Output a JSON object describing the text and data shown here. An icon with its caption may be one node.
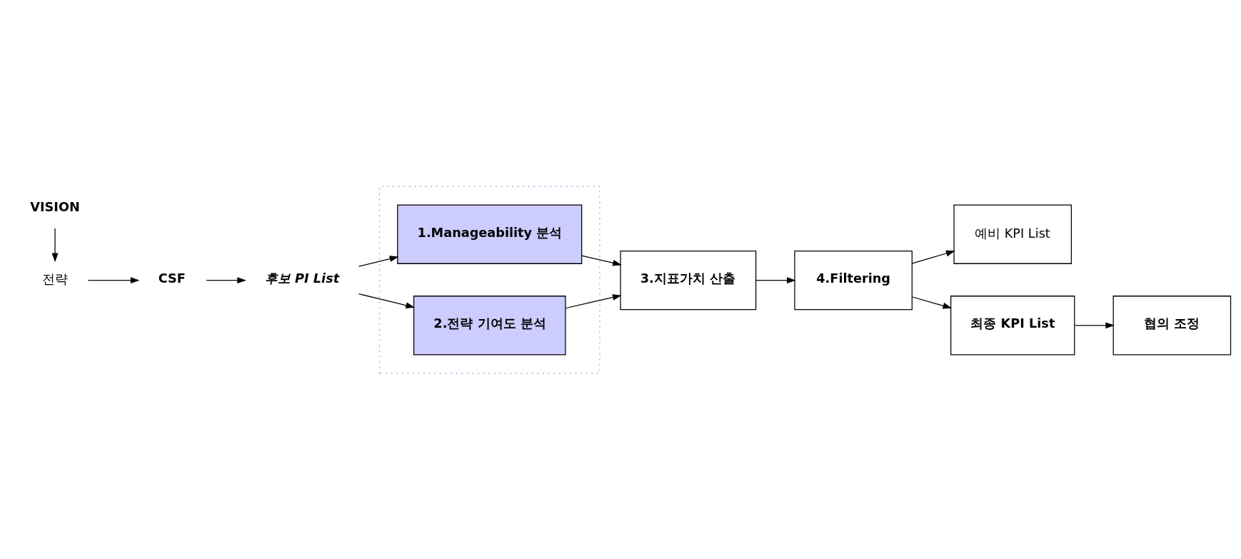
{
  "diagram": {
    "nodes": [
      {
        "text": [
          "VISION"
        ]
      },
      {
        "text": [
          "전략"
        ]
      },
      {
        "text": [
          "CSF"
        ]
      },
      {
        "text": [
          "후보 PI List"
        ]
      },
      {
        "text": [],
        "shape": "box"
      },
      {
        "text": [
          "1.Manageability 분석"
        ],
        "in": 4
      },
      {
        "text": [
          "2.전략 기여도 분석"
        ],
        "in": 4
      },
      {
        "text": [
          "3.지표가치 산출"
        ]
      },
      {
        "text": [
          "4.Filtering"
        ]
      },
      {
        "text": [
          "예비 KPI List"
        ]
      },
      {
        "text": [
          "최종 KPI List"
        ]
      },
      {
        "text": [
          "협의 조정"
        ]
      }
    ],
    "edges": [
      {
        "from": 0,
        "to": 1,
        "arrow": "to"
      },
      {
        "from": 1,
        "to": 2,
        "arrow": "to"
      },
      {
        "from": 2,
        "to": 3,
        "arrow": "to"
      },
      {
        "from": 3,
        "to": 5,
        "arrow": "to"
      },
      {
        "from": 3,
        "to": 6,
        "arrow": "to"
      },
      {
        "from": 5,
        "to": 7,
        "arrow": "to"
      },
      {
        "from": 6,
        "to": 7,
        "arrow": "to"
      },
      {
        "from": 7,
        "to": 8,
        "arrow": "to"
      },
      {
        "from": 8,
        "to": 9,
        "arrow": "to"
      },
      {
        "from": 8,
        "to": 10,
        "arrow": "to"
      },
      {
        "from": 10,
        "to": 11,
        "arrow": "to"
      }
    ]
  }
}
